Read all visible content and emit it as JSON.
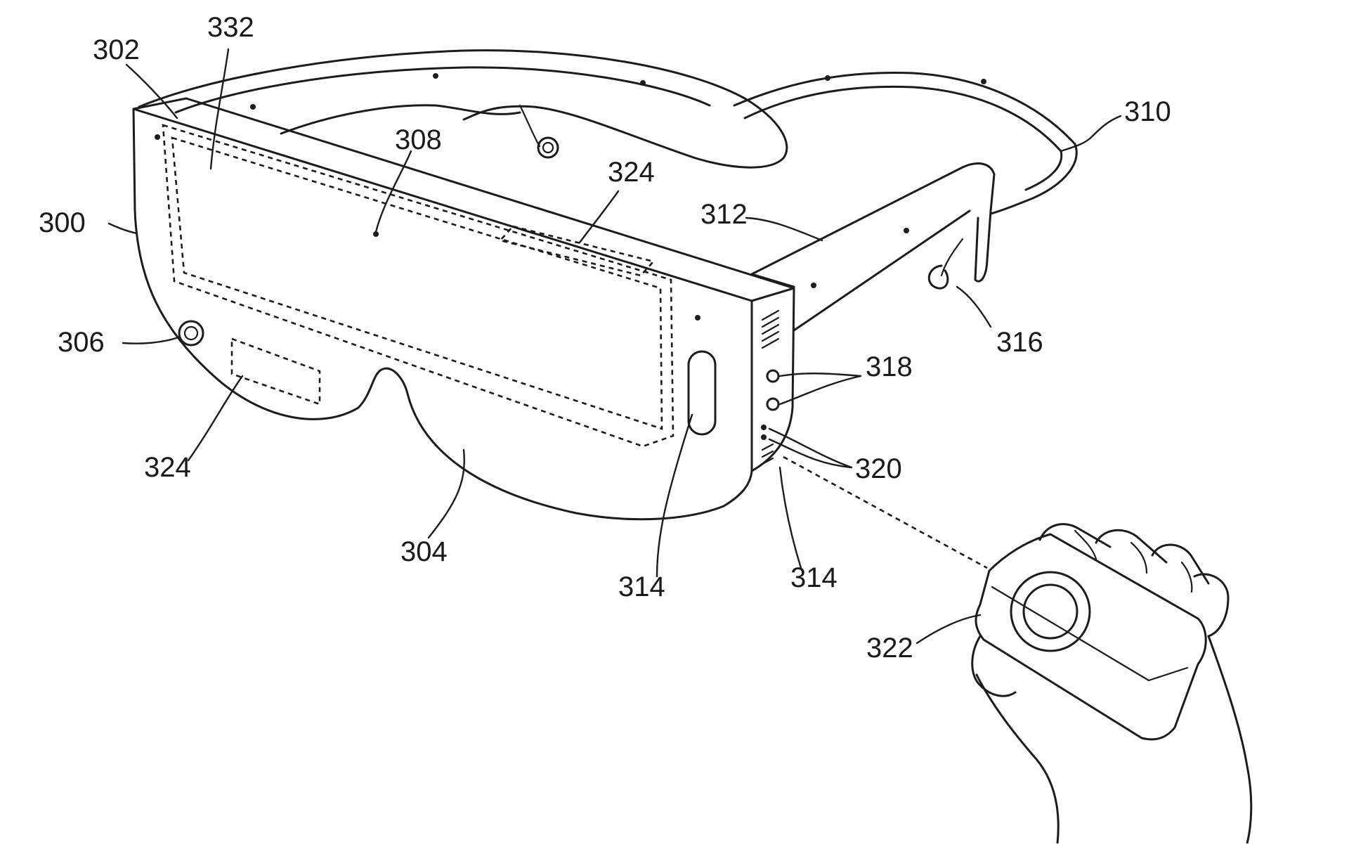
{
  "figure": {
    "reference_numerals": {
      "n300": "300",
      "n302": "302",
      "n332": "332",
      "n308": "308",
      "n324_top": "324",
      "n310": "310",
      "n312": "312",
      "n316": "316",
      "n318": "318",
      "n320": "320",
      "n306": "306",
      "n324_bottom": "324",
      "n304": "304",
      "n314_left": "314",
      "n314_right": "314",
      "n322": "322"
    }
  }
}
